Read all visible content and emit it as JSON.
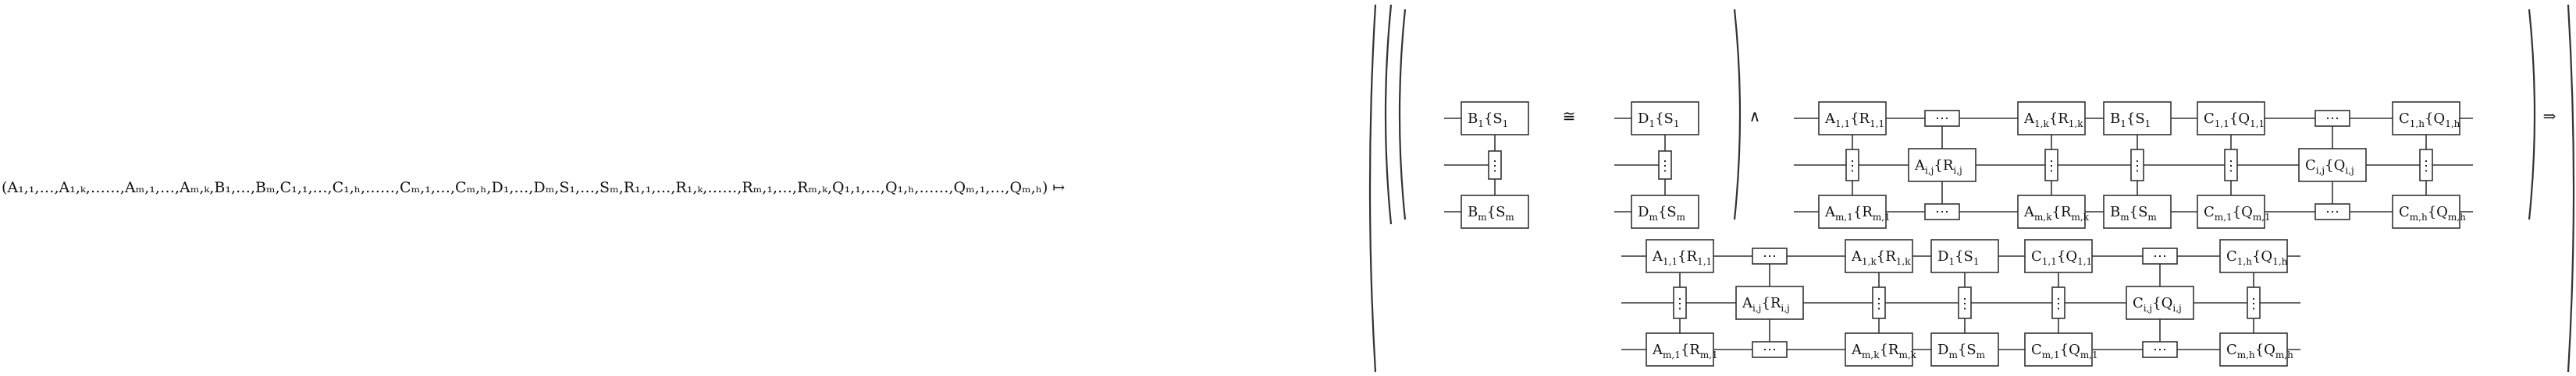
{
  "formula_prefix": "(A₁,₁,…,A₁,ₖ,……,Aₘ,₁,…,Aₘ,ₖ,B₁,…,Bₘ,C₁,₁,…,C₁,ₕ,……,Cₘ,₁,…,Cₘ,ₕ,D₁,…,Dₘ,S₁,…,Sₘ,R₁,₁,…,R₁,ₖ,……,Rₘ,₁,…,Rₘ,ₖ,Q₁,₁,…,Q₁,ₕ,……,Qₘ,₁,…,Qₘ,ₕ) ↦",
  "symbols": {
    "iso": "≅",
    "and": "∧",
    "implies": "⇒",
    "ellipsis": "⋯",
    "vdots": "⋮"
  },
  "gates": {
    "b1": {
      "m": "B",
      "ms": "1",
      "q": "S",
      "qs": "1"
    },
    "bm": {
      "m": "B",
      "ms": "m",
      "q": "S",
      "qs": "m"
    },
    "d1": {
      "m": "D",
      "ms": "1",
      "q": "S",
      "qs": "1"
    },
    "dm": {
      "m": "D",
      "ms": "m",
      "q": "S",
      "qs": "m"
    },
    "a11": {
      "m": "A",
      "ms": "1,1",
      "q": "R",
      "qs": "1,1"
    },
    "a1k": {
      "m": "A",
      "ms": "1,k",
      "q": "R",
      "qs": "1,k"
    },
    "aij": {
      "m": "A",
      "ms": "i,j",
      "q": "R",
      "qs": "i,j"
    },
    "am1": {
      "m": "A",
      "ms": "m,1",
      "q": "R",
      "qs": "m,1"
    },
    "amk": {
      "m": "A",
      "ms": "m,k",
      "q": "R",
      "qs": "m,k"
    },
    "c11": {
      "m": "C",
      "ms": "1,1",
      "q": "Q",
      "qs": "1,1"
    },
    "c1h": {
      "m": "C",
      "ms": "1,h",
      "q": "Q",
      "qs": "1,h"
    },
    "cij": {
      "m": "C",
      "ms": "i,j",
      "q": "Q",
      "qs": "i,j"
    },
    "cm1": {
      "m": "C",
      "ms": "m,1",
      "q": "Q",
      "qs": "m,1"
    },
    "cmh": {
      "m": "C",
      "ms": "m,h",
      "q": "Q",
      "qs": "m,h"
    }
  }
}
